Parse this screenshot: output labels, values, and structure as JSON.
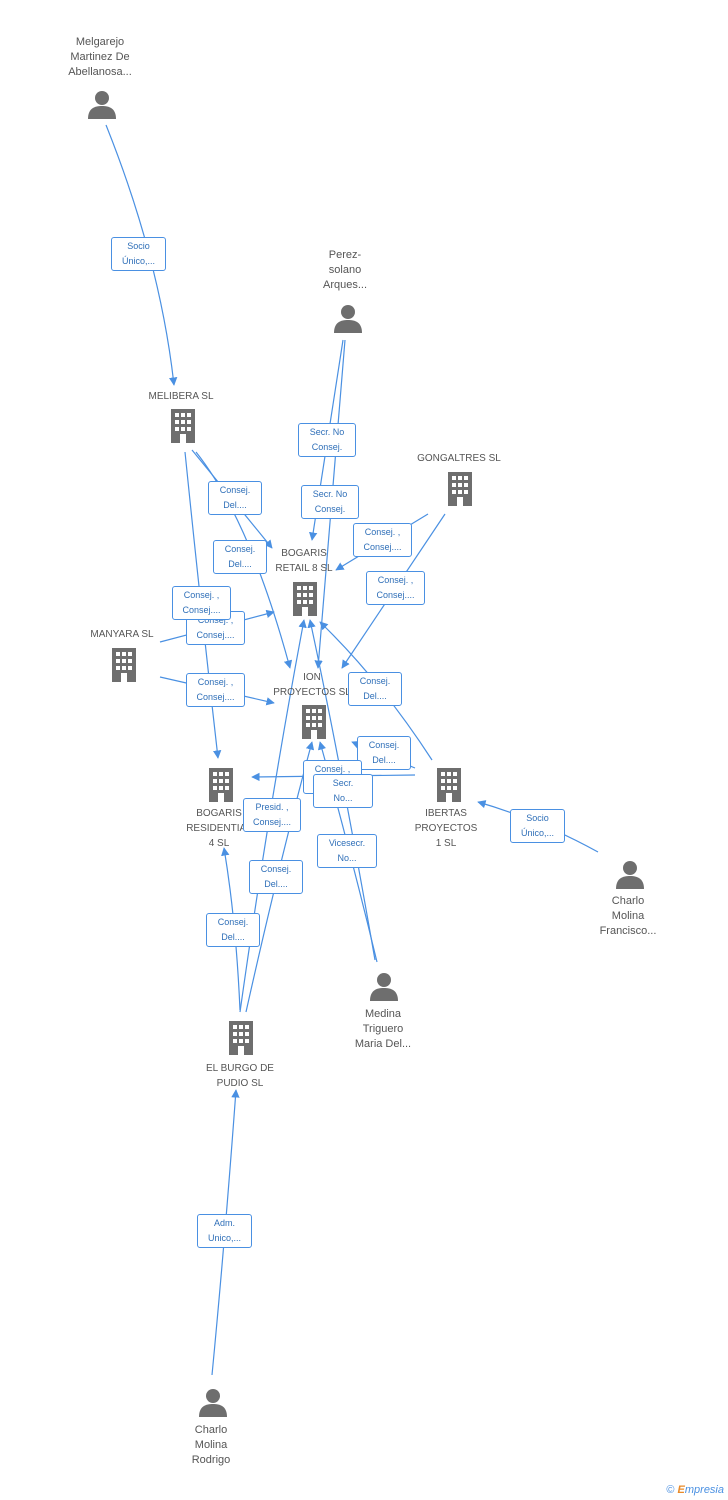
{
  "persons": [
    {
      "id": "melgarejo",
      "name": "Melgarejo\nMartinez De\nAbellanosa..."
    },
    {
      "id": "perez",
      "name": "Perez-\nsolano\nArques..."
    },
    {
      "id": "charlo_f",
      "name": "Charlo\nMolina\nFrancisco..."
    },
    {
      "id": "medina",
      "name": "Medina\nTriguero\nMaria Del..."
    },
    {
      "id": "charlo_r",
      "name": "Charlo\nMolina\nRodrigo"
    }
  ],
  "companies": [
    {
      "id": "melibera",
      "name": "MELIBERA SL"
    },
    {
      "id": "gongaltres",
      "name": "GONGALTRES SL"
    },
    {
      "id": "bogaris_r8",
      "name": "BOGARIS\nRETAIL 8  SL"
    },
    {
      "id": "manyara",
      "name": "MANYARA  SL"
    },
    {
      "id": "ion",
      "name": "ION\nPROYECTOS SL"
    },
    {
      "id": "bogaris_res",
      "name": "BOGARIS\nRESIDENTIAL\n4 SL"
    },
    {
      "id": "ibertas",
      "name": "IBERTAS\nPROYECTOS\n1 SL"
    },
    {
      "id": "burgo",
      "name": "EL BURGO DE\nPUDIO SL"
    }
  ],
  "edge_labels": [
    "Socio\nÚnico,...",
    "Secr.  No\nConsej.",
    "Secr.  No\nConsej.",
    "Consej.\nDel....",
    "Consej.\nDel....",
    "Consej. ,\nConsej....",
    "Consej. ,\nConsej....",
    "Consej. ,\nConsej....",
    "Consej. ,\nConsej....",
    "Consej. ,\nConsej....",
    "Consej.\nDel....",
    "Consej.\nDel....",
    "Consej. ,\nConsej....",
    "Secr.\nNo...",
    "Presid. ,\nConsej....",
    "Vicesecr.\nNo...",
    "Consej.\nDel....",
    "Consej.\nDel....",
    "Socio\nÚnico,...",
    "Adm.\nUnico,..."
  ],
  "footer": {
    "copyright": "©",
    "brand_e": "E",
    "brand_rest": "mpresia"
  },
  "colors": {
    "edge": "#4a90e2",
    "icon": "#6e6e6e",
    "label_text": "#2f6fb8"
  }
}
